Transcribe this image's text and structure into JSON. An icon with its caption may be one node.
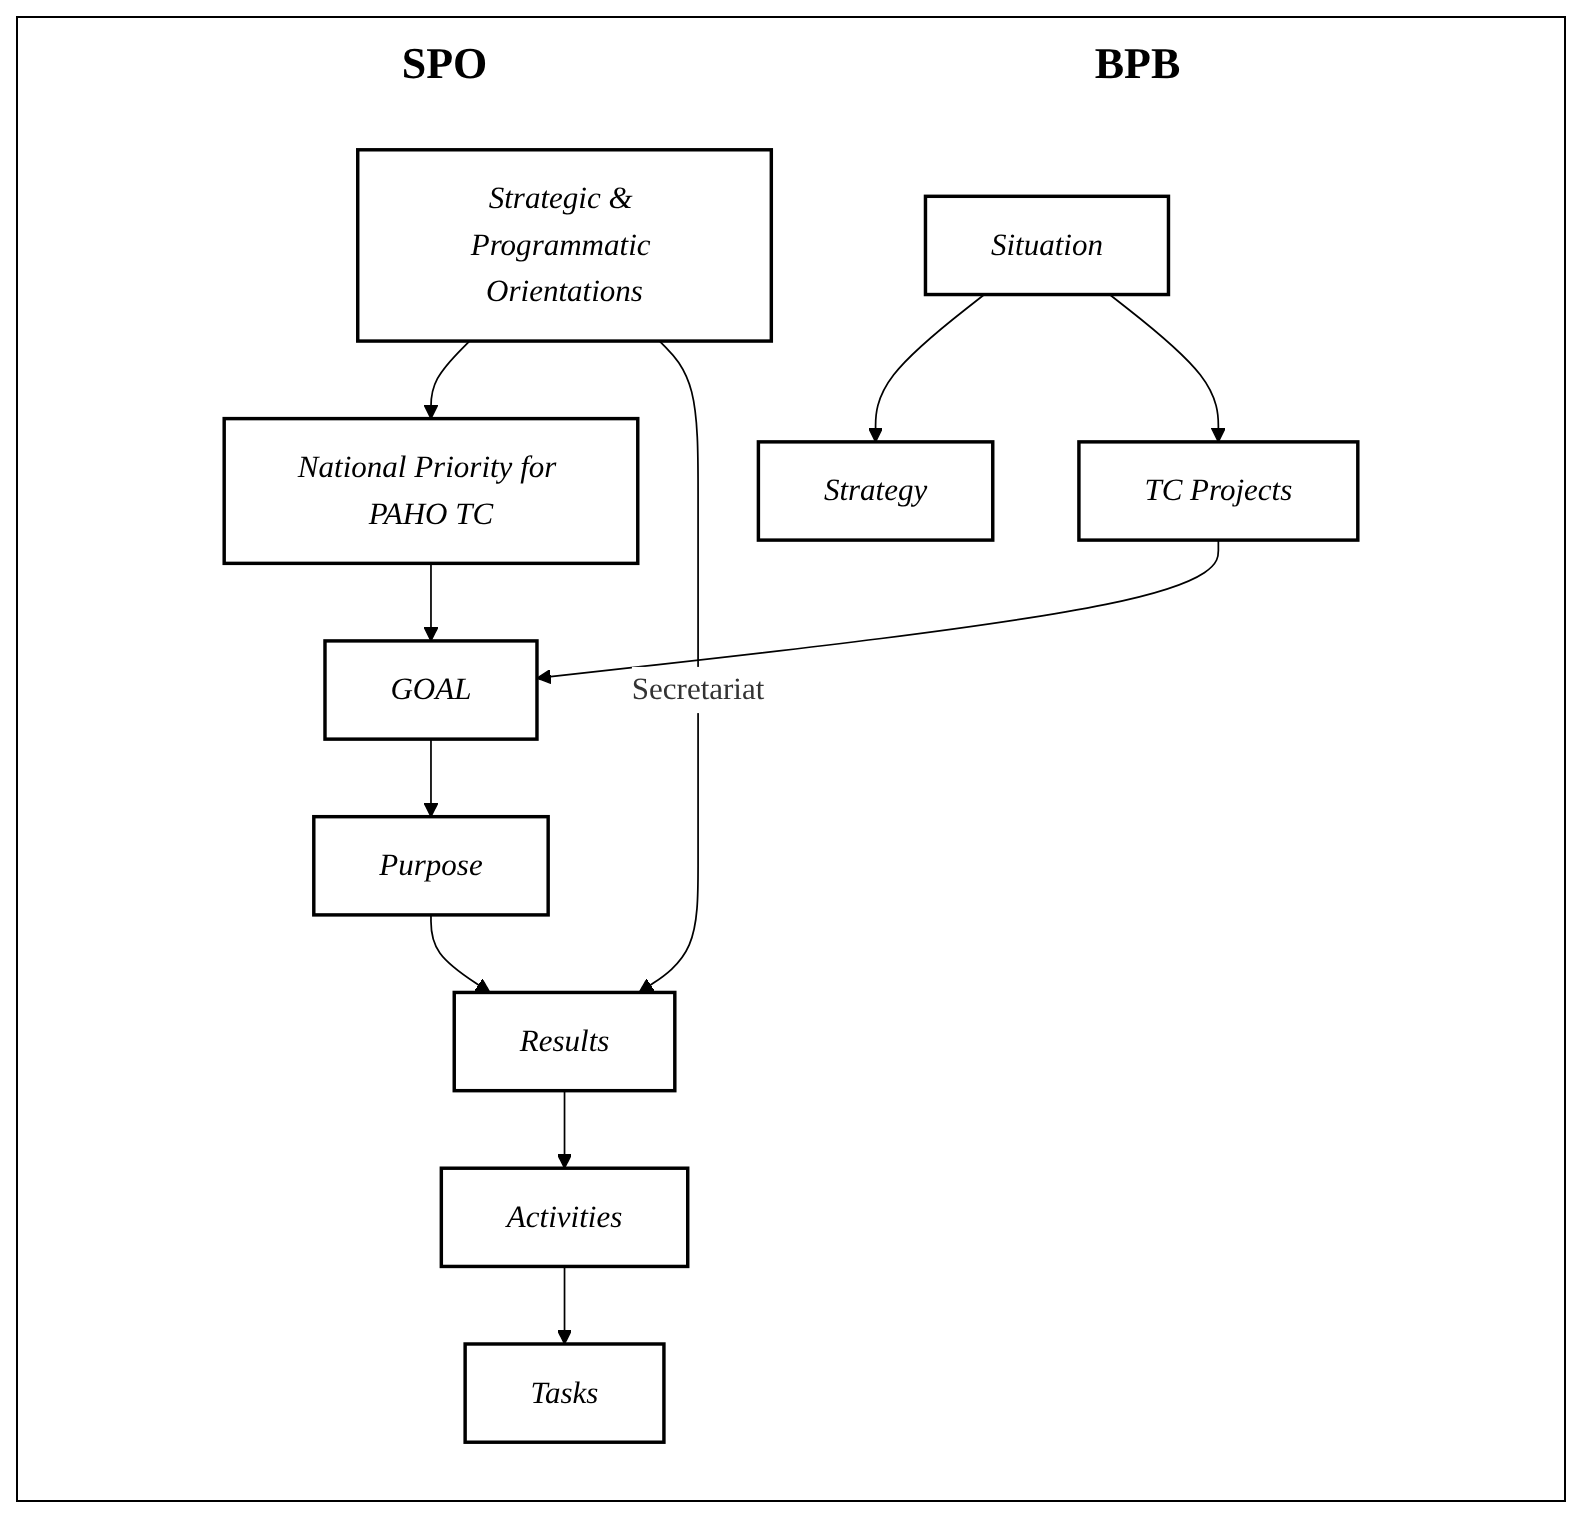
{
  "diagram": {
    "nodes": [
      {
        "text": [
          "Strategic & Programmatic Orientations"
        ]
      },
      {
        "text": [
          "National Priority for PAHO TC"
        ]
      },
      {
        "text": [
          "Situation"
        ]
      },
      {
        "text": [
          "Strategy"
        ]
      },
      {
        "text": [
          "TC Projects"
        ]
      },
      {
        "text": [
          "GOAL"
        ]
      },
      {
        "text": [
          "Purpose"
        ]
      },
      {
        "text": [
          "Results"
        ]
      },
      {
        "text": [
          "Activities"
        ]
      },
      {
        "text": [
          "Tasks"
        ]
      }
    ],
    "edges": [
      {
        "from": 2,
        "to": 3,
        "arrow": "to"
      },
      {
        "from": 2,
        "to": 4,
        "arrow": "to"
      },
      {
        "from": 0,
        "to": 1,
        "arrow": "to"
      },
      {
        "from": 1,
        "to": 5,
        "arrow": "to"
      },
      {
        "from": 4,
        "to": 5,
        "arrow": "to"
      },
      {
        "from": 5,
        "to": 6,
        "arrow": "to"
      },
      {
        "from": 6,
        "to": 7,
        "arrow": "to"
      },
      {
        "from": 0,
        "to": 7,
        "arrow": "to",
        "label": "Secretariat"
      },
      {
        "from": 7,
        "to": 8,
        "arrow": "to"
      },
      {
        "from": 8,
        "to": 9,
        "arrow": "to"
      }
    ],
    "labels": [
      "SPO",
      "BPB"
    ]
  }
}
